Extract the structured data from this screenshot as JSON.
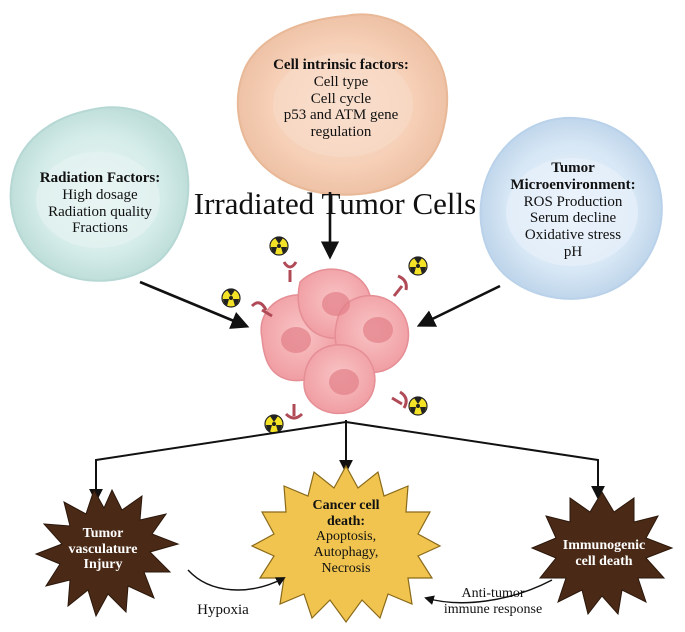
{
  "title": "Irradiated Tumor Cells",
  "factors": {
    "radiation": {
      "heading": "Radiation Factors:",
      "items": [
        "High dosage",
        "Radiation quality",
        "Fractions"
      ]
    },
    "intrinsic": {
      "heading": "Cell intrinsic factors:",
      "items": [
        "Cell type",
        "Cell cycle",
        "p53 and ATM gene",
        "regulation"
      ]
    },
    "microenvironment": {
      "heading_lines": [
        "Tumor",
        "Microenvironment:"
      ],
      "items": [
        "ROS Production",
        "Serum decline",
        "Oxidative stress",
        "pH"
      ]
    }
  },
  "outcomes": {
    "vasculature": [
      "Tumor",
      "vasculature",
      "Injury"
    ],
    "cancer_death": {
      "heading_lines": [
        "Cancer cell",
        "death:"
      ],
      "items": [
        "Apoptosis,",
        "Autophagy,",
        "Necrosis"
      ]
    },
    "immunogenic": [
      "Immunogenic",
      "cell death"
    ]
  },
  "links": {
    "hypoxia": "Hypoxia",
    "anti_tumor": [
      "Anti-tumor",
      "immune response"
    ]
  },
  "colors": {
    "intrinsic_cell": "#f6d3bd",
    "radiation_cell": "#d6eeec",
    "micro_cell": "#dbe9f6",
    "tumor_cell": "#f4a6aa",
    "star_dark": "#4a2a16",
    "star_gold": "#f0c44f"
  }
}
